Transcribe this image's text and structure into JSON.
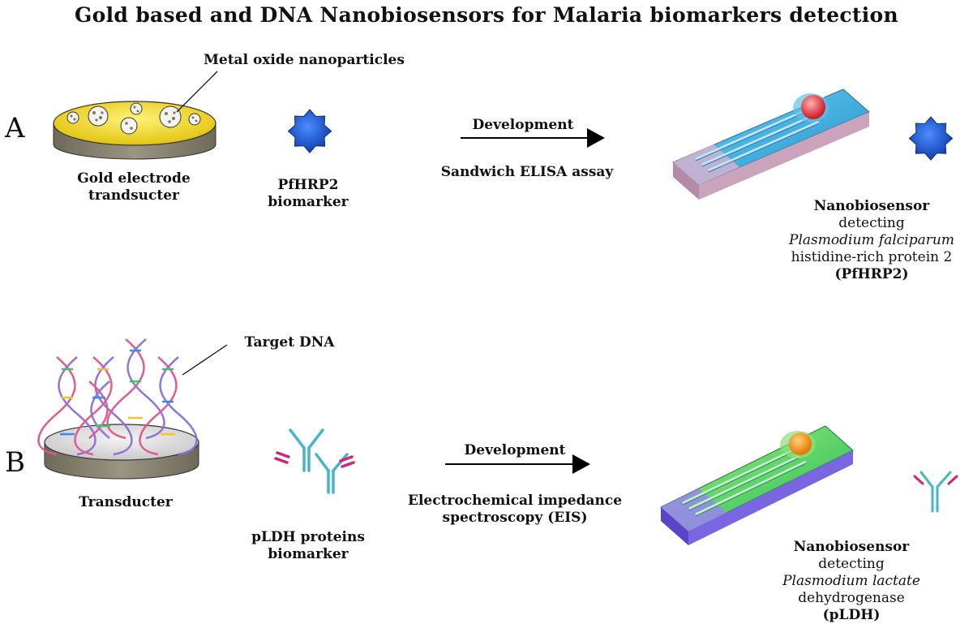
{
  "title": "Gold based and DNA Nanobiosensors for Malaria biomarkers detection",
  "panelA": {
    "letter": "A",
    "nanoparticles_label": "Metal oxide nanoparticles",
    "electrode_label_1": "Gold electrode",
    "electrode_label_2": "trandsucter",
    "biomarker_label_1": "PfHRP2",
    "biomarker_label_2": "biomarker",
    "arrow_top": "Development",
    "arrow_bottom": "Sandwich ELISA assay",
    "sensor_line1": "Nanobiosensor",
    "sensor_line2": "detecting",
    "sensor_line3": "Plasmodium falciparum",
    "sensor_line4": "histidine-rich protein 2",
    "sensor_line5": "(PfHRP2)"
  },
  "panelB": {
    "letter": "B",
    "dna_label": "Target DNA",
    "transducer_label": "Transducter",
    "biomarker_label_1": "pLDH proteins",
    "biomarker_label_2": "biomarker",
    "arrow_top": "Development",
    "arrow_bottom_1": "Electrochemical impedance",
    "arrow_bottom_2": "spectroscopy (EIS)",
    "sensor_line1": "Nanobiosensor",
    "sensor_line2": "detecting",
    "sensor_line3_italic": "Plasmodium lactate",
    "sensor_line3_rest": " dehydrogenase",
    "sensor_line4": "(pLDH)"
  },
  "colors": {
    "gold": "#f2dc1e",
    "electrode_side": "#8a8470",
    "biomarker_blue": "#1f5fd6",
    "sensorA_surface": "#41b3e0",
    "sensorA_base": "#c9a0b8",
    "sensorA_dot": "#e0303a",
    "sensorB_surface": "#3fd36a",
    "sensorB_base": "#6f5ad8",
    "sensorB_dot": "#f08a12",
    "antibody_cyan": "#45b6c9",
    "antibody_magenta": "#d0237a"
  }
}
